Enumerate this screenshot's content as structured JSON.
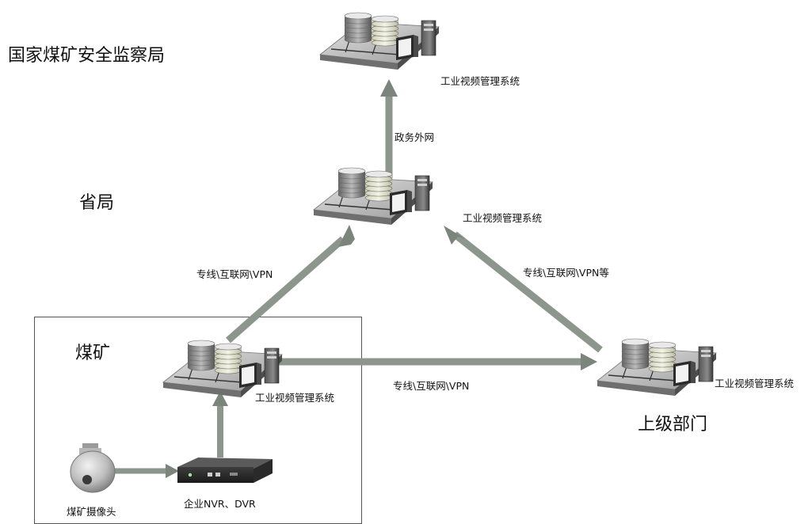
{
  "levels": {
    "national": "国家煤矿安全监察局",
    "province": "省局",
    "mine": "煤矿",
    "superior": "上级部门"
  },
  "system_label": "工业视频管理系统",
  "links": {
    "province_to_national": "政务外网",
    "mine_to_province": "专线\\互联网\\VPN",
    "superior_to_province": "专线\\互联网\\VPN等",
    "mine_to_superior": "专线\\互联网\\VPN"
  },
  "devices": {
    "camera": "煤矿摄像头",
    "nvr": "企业NVR、DVR"
  }
}
